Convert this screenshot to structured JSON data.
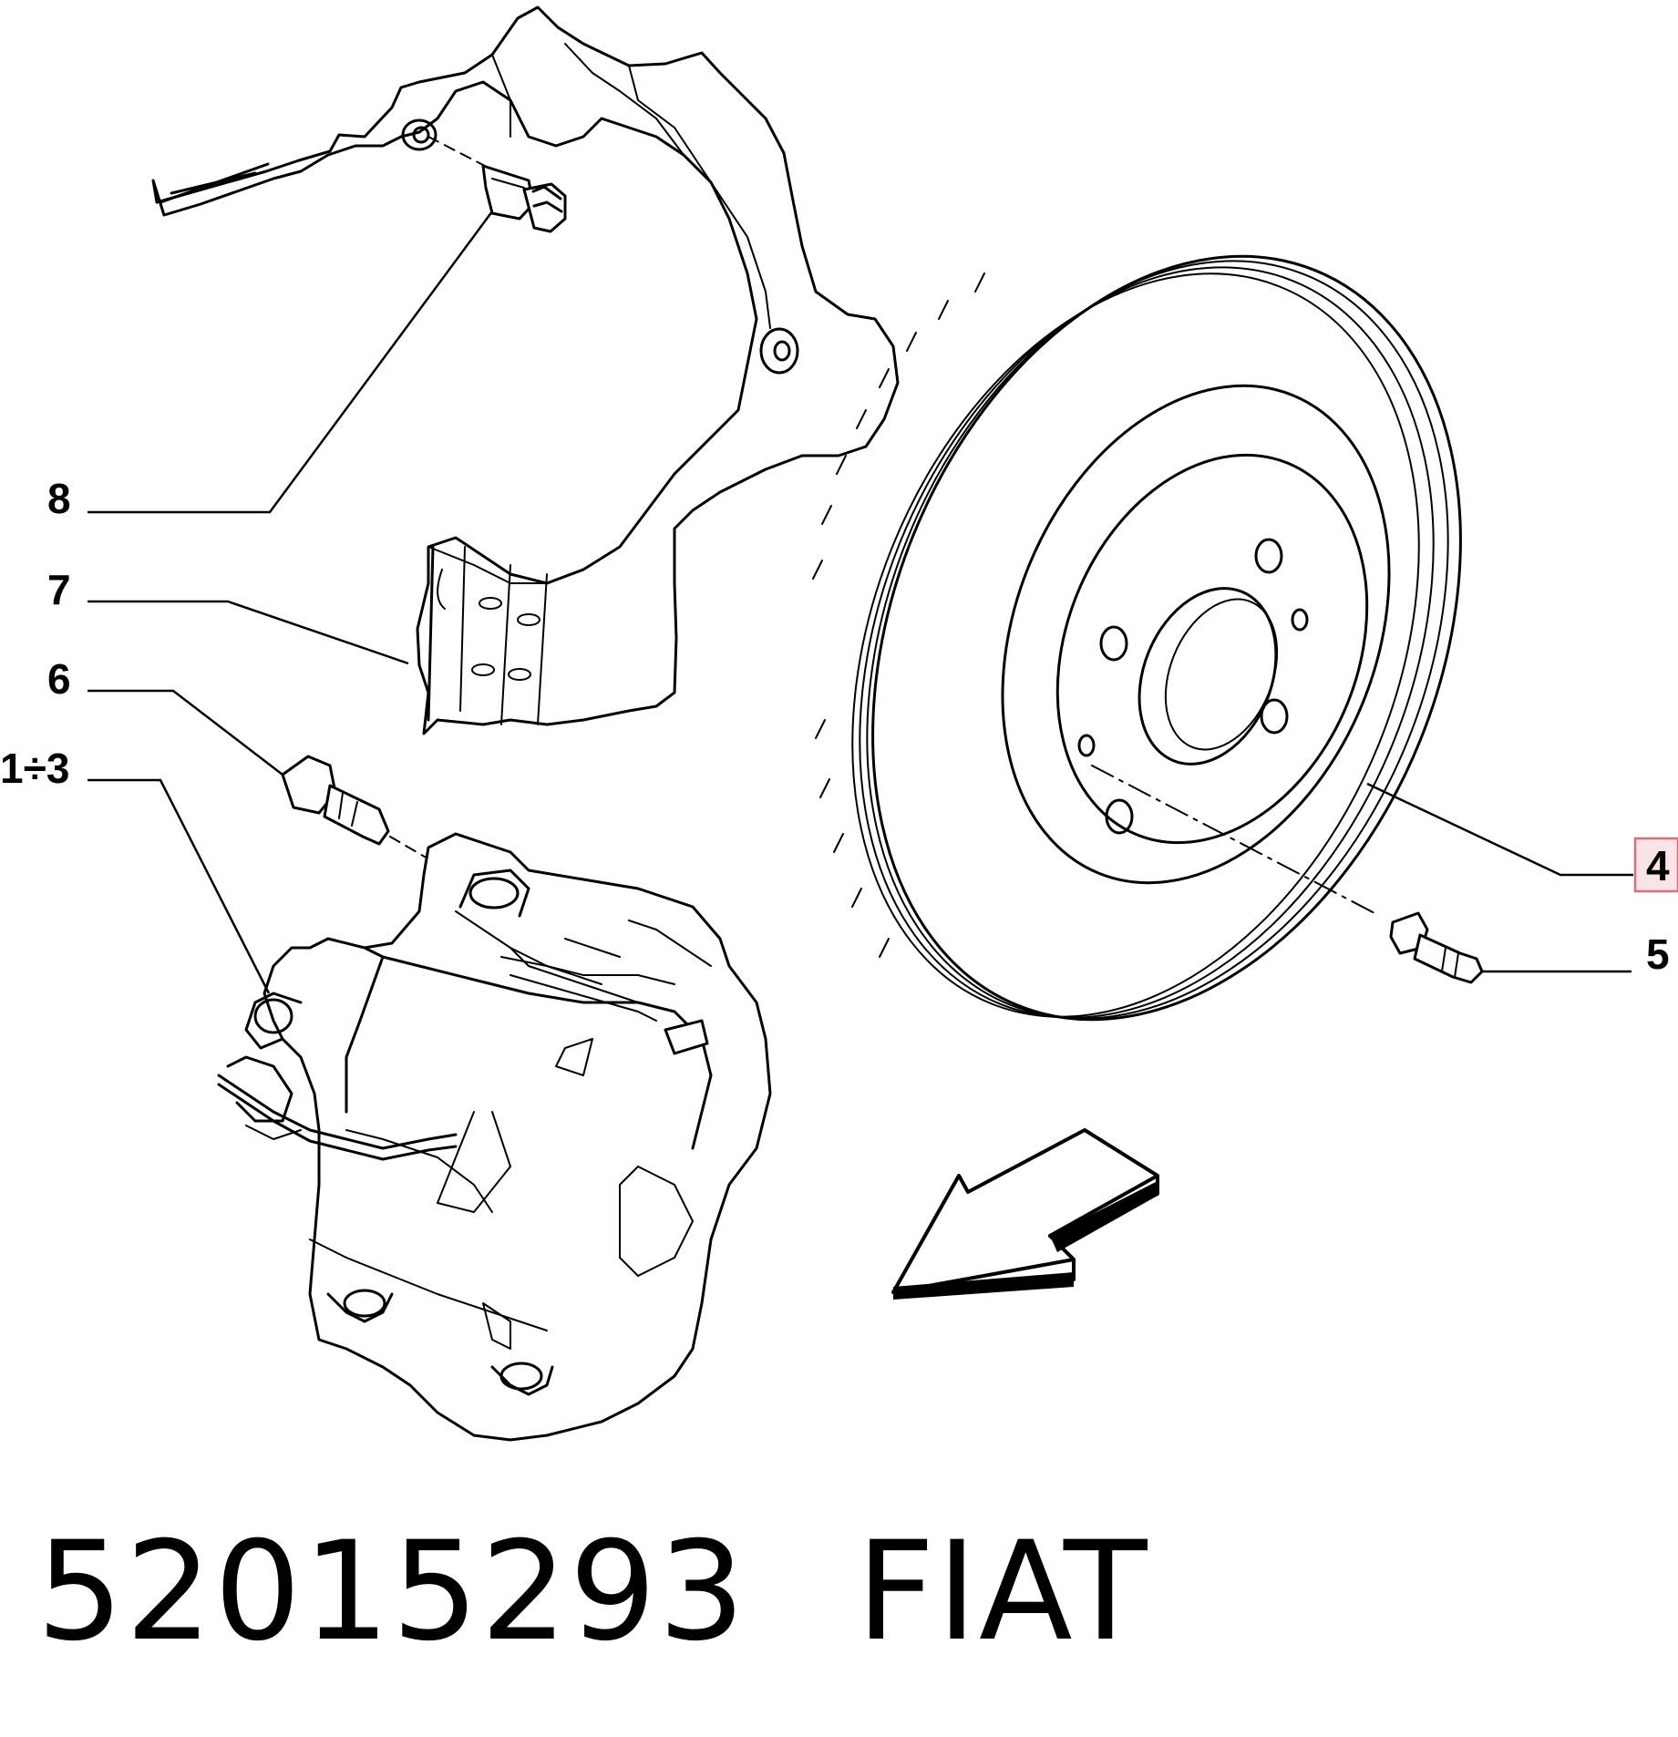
{
  "callouts": {
    "c8": "8",
    "c7": "7",
    "c6": "6",
    "c13": "1÷3",
    "c4": "4",
    "c5": "5"
  },
  "highlight": {
    "callout": "4",
    "border_color": "#e06a7a",
    "fill_color": "#fbe3e6"
  },
  "footer": {
    "part_number": "52015293",
    "brand": "FIAT"
  }
}
